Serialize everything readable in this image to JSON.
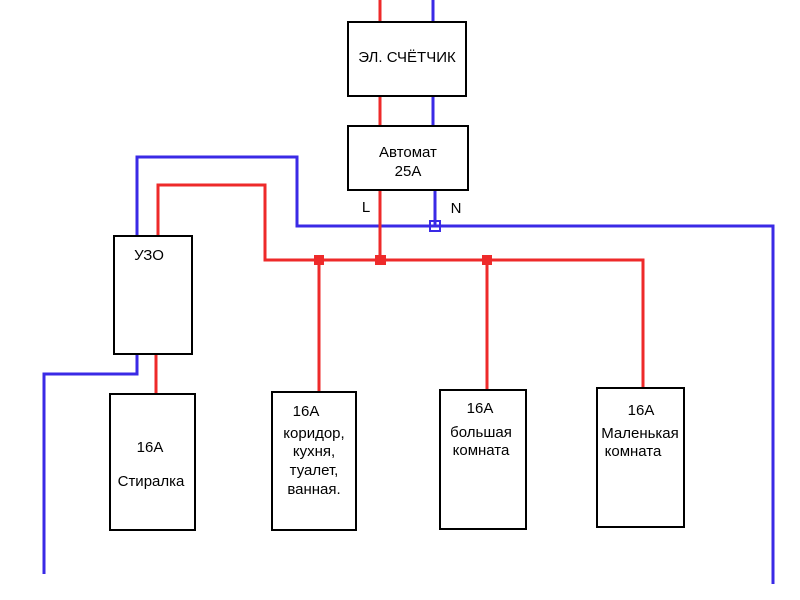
{
  "colors": {
    "phase": "#ee2a2a",
    "neutral": "#3a2ae6",
    "outline": "#000000",
    "background": "#ffffff"
  },
  "meter": {
    "label": "ЭЛ. СЧЁТЧИК"
  },
  "breaker_main": {
    "line1": "Автомат",
    "line2": "25А"
  },
  "terminals": {
    "phase": "L",
    "neutral": "N"
  },
  "rcd": {
    "label": "УЗО"
  },
  "circuits": [
    {
      "rating": "16А",
      "lines": [
        "Стиралка"
      ]
    },
    {
      "rating": "16А",
      "lines": [
        "коридор,",
        "кухня,",
        "туалет,",
        "ванная."
      ]
    },
    {
      "rating": "16А",
      "lines": [
        "большая",
        "комната"
      ]
    },
    {
      "rating": "16А",
      "lines": [
        "Маленькая",
        "комната"
      ]
    }
  ]
}
